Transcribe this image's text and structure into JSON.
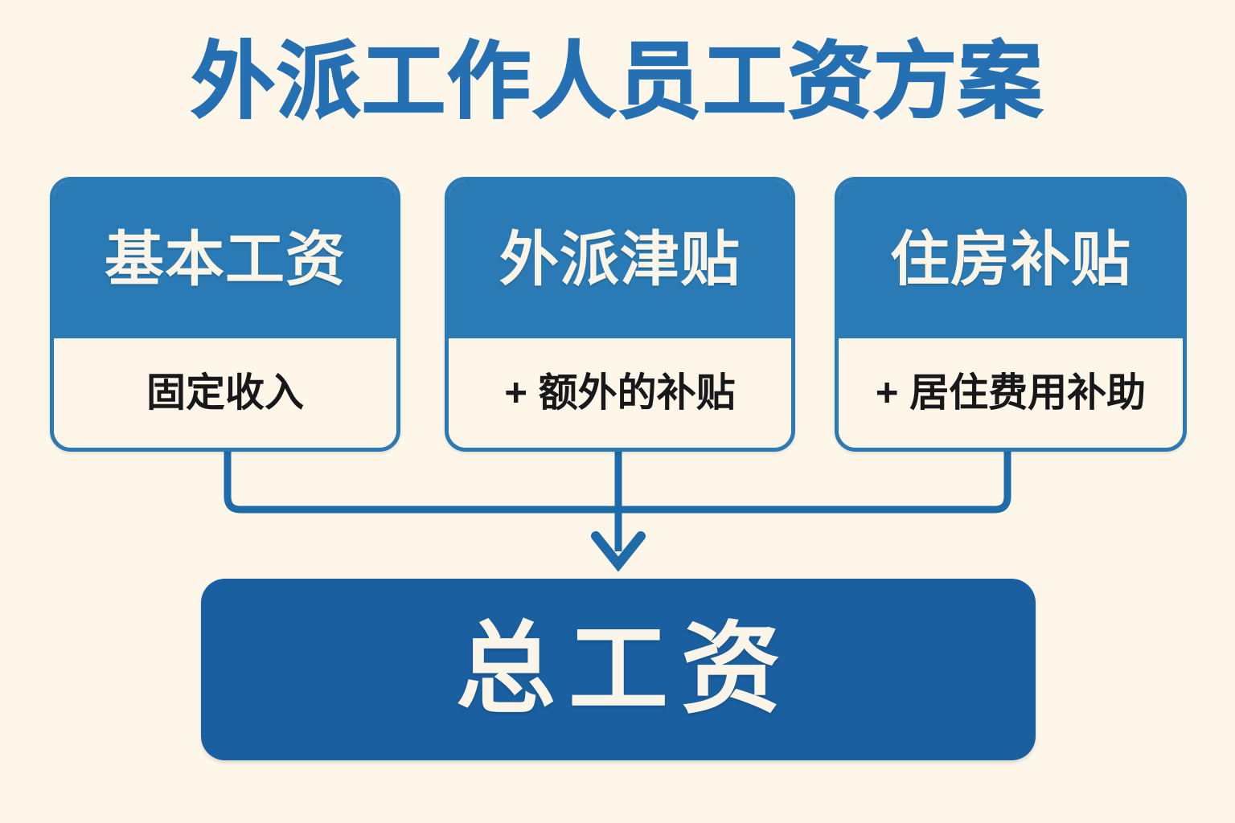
{
  "title": "外派工作人员工资方案",
  "colors": {
    "background": "#FDF6E9",
    "title_blue": "#2470B3",
    "card_blue": "#2A7BB5",
    "total_blue": "#1A5FA0",
    "connector_blue": "#1E6BAA",
    "card_text_light": "#FBF5E9",
    "body_text_dark": "#18181A"
  },
  "cards": [
    {
      "id": "base-salary",
      "header": "基本工资",
      "body": "固定收入"
    },
    {
      "id": "expat-allowance",
      "header": "外派津贴",
      "body": "+ 额外的补贴"
    },
    {
      "id": "housing-allowance",
      "header": "住房补贴",
      "body": "+ 居住费用补助"
    }
  ],
  "total": {
    "label": "总工资"
  },
  "connector": {
    "icon": "down-arrow-icon"
  }
}
